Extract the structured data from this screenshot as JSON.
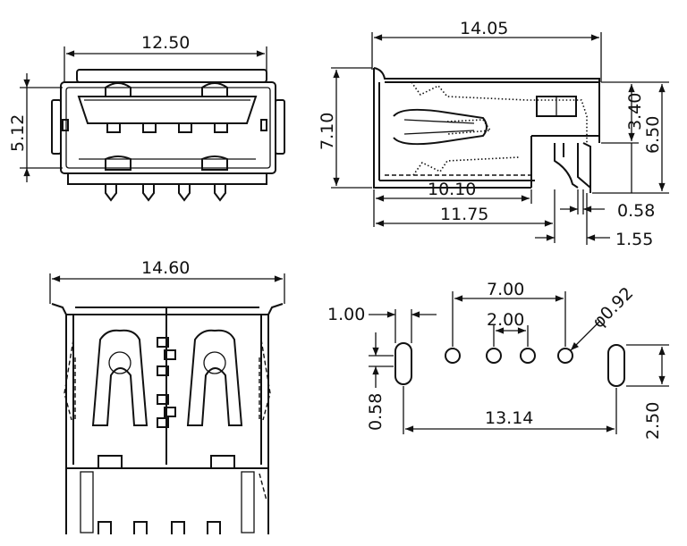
{
  "diagram": {
    "front_view": {
      "width_label": "12.50",
      "height_label": "5.12"
    },
    "side_view": {
      "total_length": "14.05",
      "total_height": "7.10",
      "offset_height": "3.40",
      "body_height": "6.50",
      "inner_length": "10.10",
      "pin_length": "11.75",
      "pin_thickness": "0.58",
      "tab_width": "1.55"
    },
    "bottom_view": {
      "width_label": "14.60"
    },
    "footprint": {
      "pin_pitch_span": "7.00",
      "pin_spacing": "2.00",
      "hole_diameter": "φ0.92",
      "pad_offset": "1.00",
      "slot_width": "0.58",
      "pad_span": "13.14",
      "slot_length": "2.50"
    }
  }
}
